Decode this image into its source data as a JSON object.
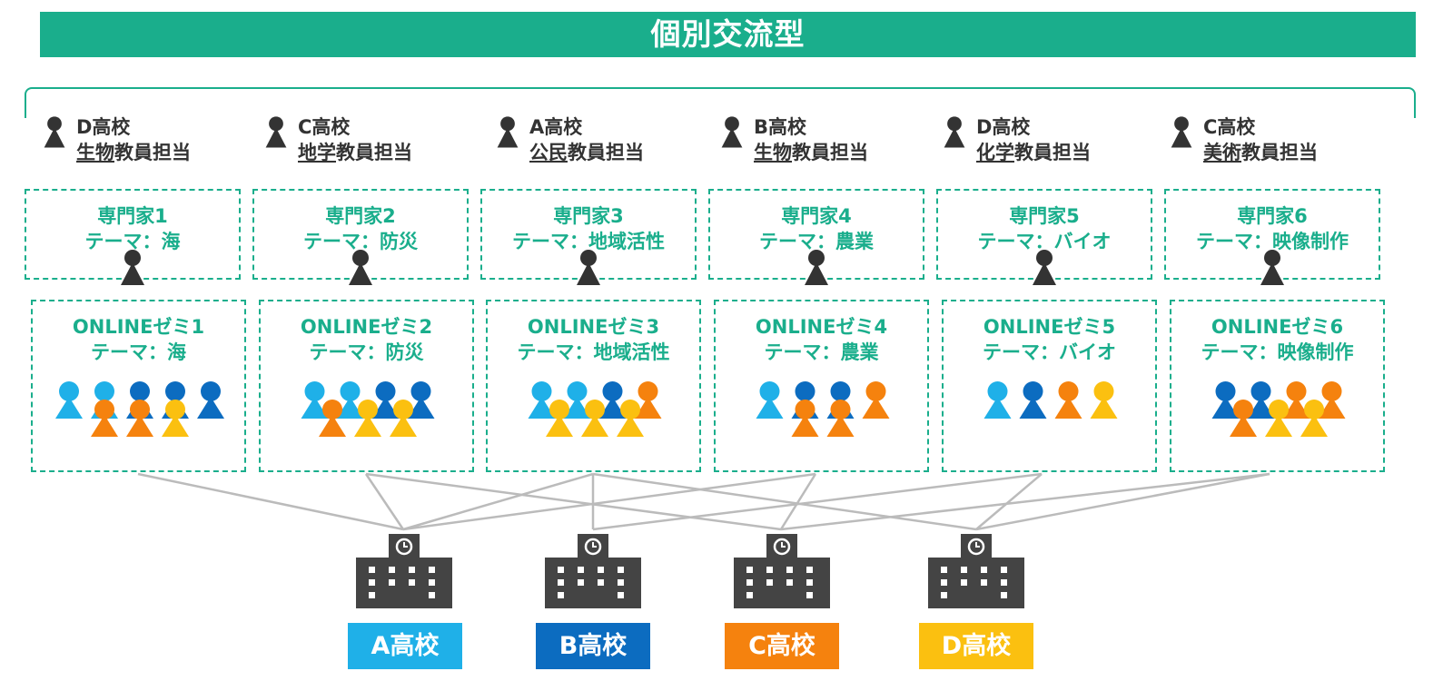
{
  "title": "個別交流型",
  "teachers": [
    {
      "school": "D高校",
      "subject": "生物",
      "role_suffix": "教員担当"
    },
    {
      "school": "C高校",
      "subject": "地学",
      "role_suffix": "教員担当"
    },
    {
      "school": "A高校",
      "subject": "公民",
      "role_suffix": "教員担当"
    },
    {
      "school": "B高校",
      "subject": "生物",
      "role_suffix": "教員担当"
    },
    {
      "school": "D高校",
      "subject": "化学",
      "role_suffix": "教員担当"
    },
    {
      "school": "C高校",
      "subject": "美術",
      "role_suffix": "教員担当"
    }
  ],
  "experts": [
    {
      "name": "専門家1",
      "theme": "テーマ：海"
    },
    {
      "name": "専門家2",
      "theme": "テーマ：防災"
    },
    {
      "name": "専門家3",
      "theme": "テーマ：地域活性"
    },
    {
      "name": "専門家4",
      "theme": "テーマ：農業"
    },
    {
      "name": "専門家5",
      "theme": "テーマ：バイオ"
    },
    {
      "name": "専門家6",
      "theme": "テーマ：映像制作"
    }
  ],
  "seminars": [
    {
      "name": "ONLINEゼミ1",
      "theme": "テーマ：海",
      "students": [
        [
          "A",
          "A",
          "B",
          "B",
          "B"
        ],
        [
          "C",
          "C",
          "D"
        ]
      ]
    },
    {
      "name": "ONLINEゼミ2",
      "theme": "テーマ：防災",
      "students": [
        [
          "A",
          "A",
          "B",
          "B"
        ],
        [
          "C",
          "D",
          "D"
        ]
      ]
    },
    {
      "name": "ONLINEゼミ3",
      "theme": "テーマ：地域活性",
      "students": [
        [
          "A",
          "A",
          "B",
          "C"
        ],
        [
          "D",
          "D",
          "D"
        ]
      ]
    },
    {
      "name": "ONLINEゼミ4",
      "theme": "テーマ：農業",
      "students": [
        [
          "A",
          "B",
          "B",
          "C"
        ],
        [
          "C",
          "C"
        ]
      ]
    },
    {
      "name": "ONLINEゼミ5",
      "theme": "テーマ：バイオ",
      "students": [
        [
          "A",
          "B",
          "C",
          "D"
        ],
        []
      ]
    },
    {
      "name": "ONLINEゼミ6",
      "theme": "テーマ：映像制作",
      "students": [
        [
          "B",
          "B",
          "C",
          "C"
        ],
        [
          "C",
          "D",
          "D"
        ]
      ]
    }
  ],
  "schools": [
    {
      "label": "A高校",
      "key": "A",
      "color": "#1fb0e8"
    },
    {
      "label": "B高校",
      "key": "B",
      "color": "#0c6cc0"
    },
    {
      "label": "C高校",
      "key": "C",
      "color": "#f5820e"
    },
    {
      "label": "D高校",
      "key": "D",
      "color": "#fbc010"
    }
  ],
  "connections": [
    {
      "seminar": 1,
      "schools": [
        "A"
      ]
    },
    {
      "seminar": 2,
      "schools": [
        "A",
        "C"
      ]
    },
    {
      "seminar": 3,
      "schools": [
        "A",
        "B",
        "D"
      ]
    },
    {
      "seminar": 4,
      "schools": [
        "A",
        "C"
      ]
    },
    {
      "seminar": 5,
      "schools": [
        "B",
        "D"
      ]
    },
    {
      "seminar": 6,
      "schools": [
        "C",
        "D"
      ]
    }
  ],
  "colors": {
    "accent": "#1aae8c",
    "icon_dark": "#333333",
    "building": "#444444",
    "line": "#bbbbbb"
  }
}
